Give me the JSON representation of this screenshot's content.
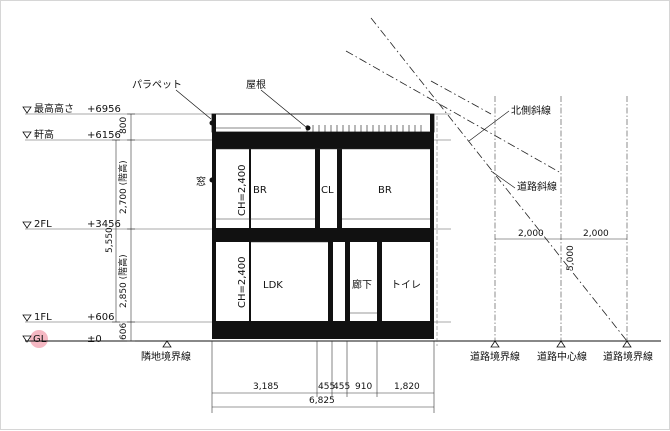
{
  "levels": [
    {
      "key": "top",
      "label": "最高高さ",
      "value": "+6956"
    },
    {
      "key": "eave",
      "label": "軒高",
      "value": "+6156"
    },
    {
      "key": "2fl",
      "label": "2FL",
      "value": "+3456"
    },
    {
      "key": "1fl",
      "label": "1FL",
      "value": "+606"
    },
    {
      "key": "gl",
      "label": "GL",
      "value": "±0"
    }
  ],
  "callouts": {
    "parapet": "パラペット",
    "roof": "屋根",
    "window": "窓",
    "north_slant": "北側斜線",
    "road_slant": "道路斜線"
  },
  "rooms": {
    "upper_left": "BR",
    "upper_mid": "CL",
    "upper_right": "BR",
    "lower_left": "LDK",
    "corridor": "廊下",
    "toilet": "トイレ"
  },
  "ceiling_heights": {
    "upper": "CH=2,400",
    "lower": "CH=2,400"
  },
  "vertical_dims": {
    "d800": "800",
    "d2700": "2,700 (階高)",
    "d2850": "2,850 (階高)",
    "d5550": "5,550",
    "d606": "606",
    "d5000": "5,000"
  },
  "horizontal_dims": {
    "d3185": "3,185",
    "d455a": "455",
    "d455b": "455",
    "d910": "910",
    "d1820": "1,820",
    "total": "6,825",
    "road_a": "2,000",
    "road_b": "2,000"
  },
  "ground_labels": {
    "adjacent": "隣地境界線",
    "road_left": "道路境界線",
    "road_center": "道路中心線",
    "road_right": "道路境界線"
  },
  "colors": {
    "highlight": "#f3a6b4",
    "ink": "#111111"
  }
}
